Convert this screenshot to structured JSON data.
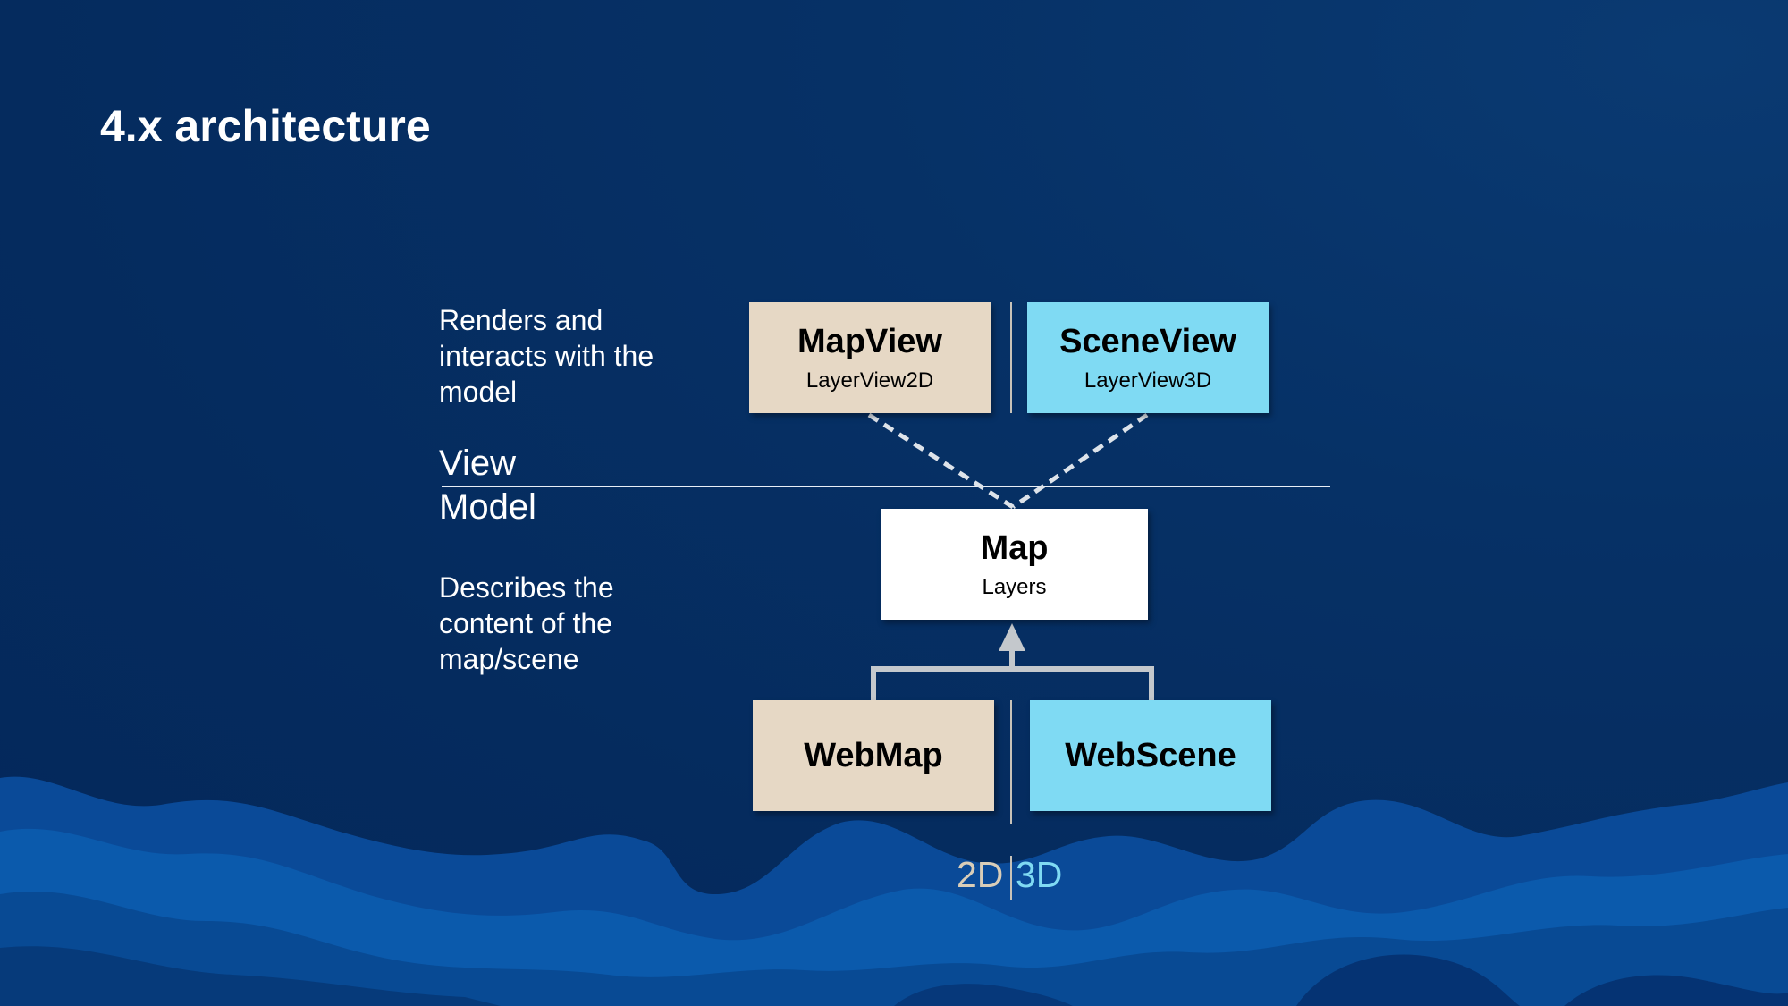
{
  "slide": {
    "title": "4.x architecture",
    "view_description": "Renders and interacts with the model",
    "model_description": "Describes the content of the map/scene",
    "view_label": "View",
    "model_label": "Model"
  },
  "boxes": {
    "mapview": {
      "title": "MapView",
      "subtitle": "LayerView2D"
    },
    "sceneview": {
      "title": "SceneView",
      "subtitle": "LayerView3D"
    },
    "map": {
      "title": "Map",
      "subtitle": "Layers"
    },
    "webmap": {
      "title": "WebMap"
    },
    "webscene": {
      "title": "WebScene"
    }
  },
  "dimension": {
    "label_2d": "2D",
    "label_3d": "3D"
  },
  "colors": {
    "background": "#063166",
    "tan_box": "#e6d8c5",
    "cyan_box": "#7fdaf3",
    "white_box": "#ffffff",
    "label_2d": "#d9cdb8",
    "label_3d": "#7fdaf3",
    "connector": "#c4c8cc"
  }
}
